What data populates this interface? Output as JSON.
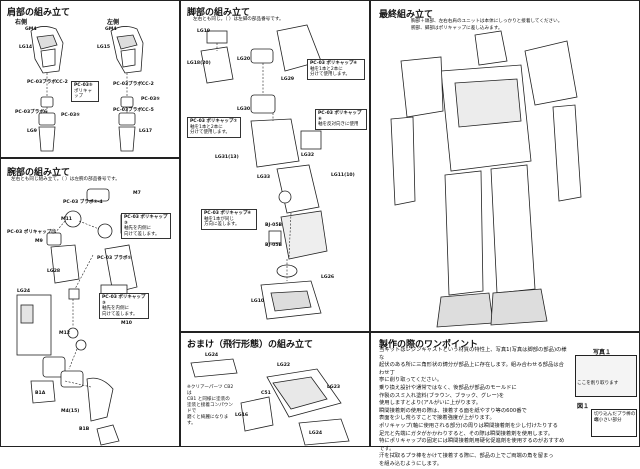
{
  "shoulder": {
    "title": "肩部の組み立て",
    "side_right": "右側",
    "side_left": "左側",
    "labels": [
      "GM4",
      "LG14",
      "GM4",
      "LG15",
      "PC-03ブラボCC-2",
      "PC-03ブラボ6",
      "LG9",
      "PC-03ブラボCC-2",
      "LG17",
      "PC-03ブラボCC-5"
    ],
    "part_box": {
      "head": "PC-03⑤",
      "sub": "ポリキャップ"
    },
    "mid_labels": [
      "PC-03⑤",
      "PC-03⑤"
    ]
  },
  "arm": {
    "title": "腕部の組み立て",
    "notes": [
      "左右とも同じ組み立て。（ ）は左腕の部品番号です。"
    ],
    "labels": [
      "PC-03 ブラボ②-4",
      "M7",
      "M11",
      "PC-03 ポリキャップ⑪",
      "M9",
      "LG28",
      "PC-03 ブラボ⑤",
      "LG24",
      "M12",
      "M10",
      "M4(15)",
      "B1A",
      "B1B"
    ],
    "box1": {
      "head": "PC-03 ポリキャップ③",
      "lines": [
        "軸先を内側に",
        "向けて差します。"
      ]
    },
    "box2": {
      "head": "PC-03 ポリキャップ③",
      "lines": [
        "軸先を内側に",
        "向けて差します。"
      ]
    }
  },
  "leg": {
    "title": "脚部の組み立て",
    "notes": [
      "左右とも同じ。（ ）は左脚の部品番号です。"
    ],
    "labels": [
      "LG19",
      "LG20",
      "LG18(20)",
      "LG29",
      "LG30",
      "LG31(13)",
      "LG32",
      "LG33",
      "LG11(10)",
      "BJ-05B",
      "BJ-05B",
      "LG26",
      "LG10"
    ],
    "box1": {
      "head": "PC-03 ポリキャップ⑥",
      "lines": [
        "軸を1本と2本に",
        "分けて使用します。"
      ]
    },
    "box2": {
      "head": "PC-03 ポリキャップ⑥",
      "lines": [
        "軸を反対向きに使用"
      ]
    },
    "box3": {
      "head": "PC-03 ポリキャップ⑦",
      "lines": [
        "軸を1本と2本に",
        "分けて使用します。"
      ]
    },
    "box4": {
      "head": "PC-03 ポリキャップ⑥",
      "lines": [
        "軸を1本が同じ",
        "方向に差します。"
      ]
    }
  },
  "final": {
    "title": "最終組み立て",
    "notes": [
      "胸部＋頭部、左右右肩のユニットは本体にしっかりと接着してください。",
      "腕部、脚部はポリキャップに差し込みます。"
    ]
  },
  "flight": {
    "title": "おまけ（飛行形態）の組み立て",
    "labels": [
      "LG24",
      "LG22",
      "LG23",
      "LG16",
      "LG24",
      "C51"
    ],
    "note_lines": [
      "※クリアーパーツ CB2 は",
      "CB1 と同様に塗装の",
      "塗装と接着コンパウンドで",
      "磨くと綺麗になります。"
    ]
  },
  "tips": {
    "title": "製作の際のワンポイント",
    "lines": [
      "当キットはレジンキャストという材質の特性上、写真1(写真は脚部の部品)の様な",
      "起伏のある所に三角形状の鋳分が部品上に存在します。組み合わせる部品は合わせ丁",
      "寧に削り取ってください。",
      "乗り換え設計や通常ではなく、後部品が部品のモールドに",
      "作製のスミ入れ塗料(ブラウン、ブラック、グレー)を",
      "使用しますとより(アルがいに上がります。",
      "瞬間接着剤の使用の際は、接着する面を紙やすり等の600番で",
      "表面を少し荒らすことで接着強度が上がります。",
      "ポリキャップ(軸に使用される部分)の周りは瞬間接着剤を少し付けたりする",
      "足元と先端にガタがかかわりすると、その際は瞬間接着剤を使用します。",
      "特にポリキャップの固定には瞬間接着剤用硬化促進剤を使用するのがおすすめです。",
      "汗を拭取るプラ棒をかけて接着する際に、部品の上でご両端の角を留まっ",
      "を組み込むようにします。"
    ],
    "photo_label": "写真１",
    "photo_caption": "ここを削り取ります",
    "fig_label": "図１",
    "fig_caption": [
      "切り込んだプラ棒の端",
      "の小さい部分"
    ]
  }
}
